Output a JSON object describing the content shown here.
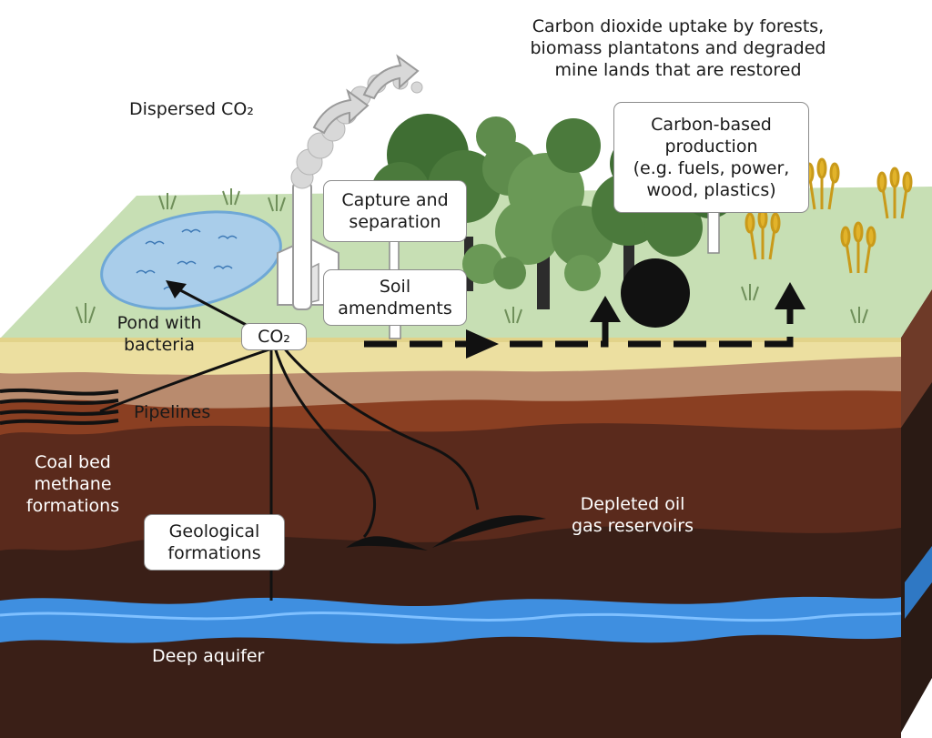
{
  "labels": {
    "uptake": [
      "Carbon dioxide uptake by forests,",
      "biomass plantatons and degraded",
      "mine lands that are restored"
    ],
    "dispersed": "Dispersed CO₂",
    "capture": [
      "Capture and",
      "separation"
    ],
    "soil": [
      "Soil",
      "amendments"
    ],
    "production": [
      "Carbon-based",
      "production",
      "(e.g. fuels, power,",
      "wood, plastics)"
    ],
    "pond": [
      "Pond with",
      "bacteria"
    ],
    "co2": "CO₂",
    "pipelines": "Pipelines",
    "coal": [
      "Coal bed",
      "methane",
      "formations"
    ],
    "geological": [
      "Geological",
      "formations"
    ],
    "depleted": [
      "Depleted oil",
      "gas reservoirs"
    ],
    "aquifer": "Deep aquifer"
  },
  "colors": {
    "grass": "#c7dfb4",
    "sand": "#ecdfa0",
    "clay": "#b98b6e",
    "soil_dark": "#8a3f22",
    "rock": "#5a2a1c",
    "bedrock": "#3a1f17",
    "water": "#3f8fe0",
    "pond": "#a9cdea",
    "tree": "#4b7a3c",
    "wheat": "#e2b32a"
  }
}
